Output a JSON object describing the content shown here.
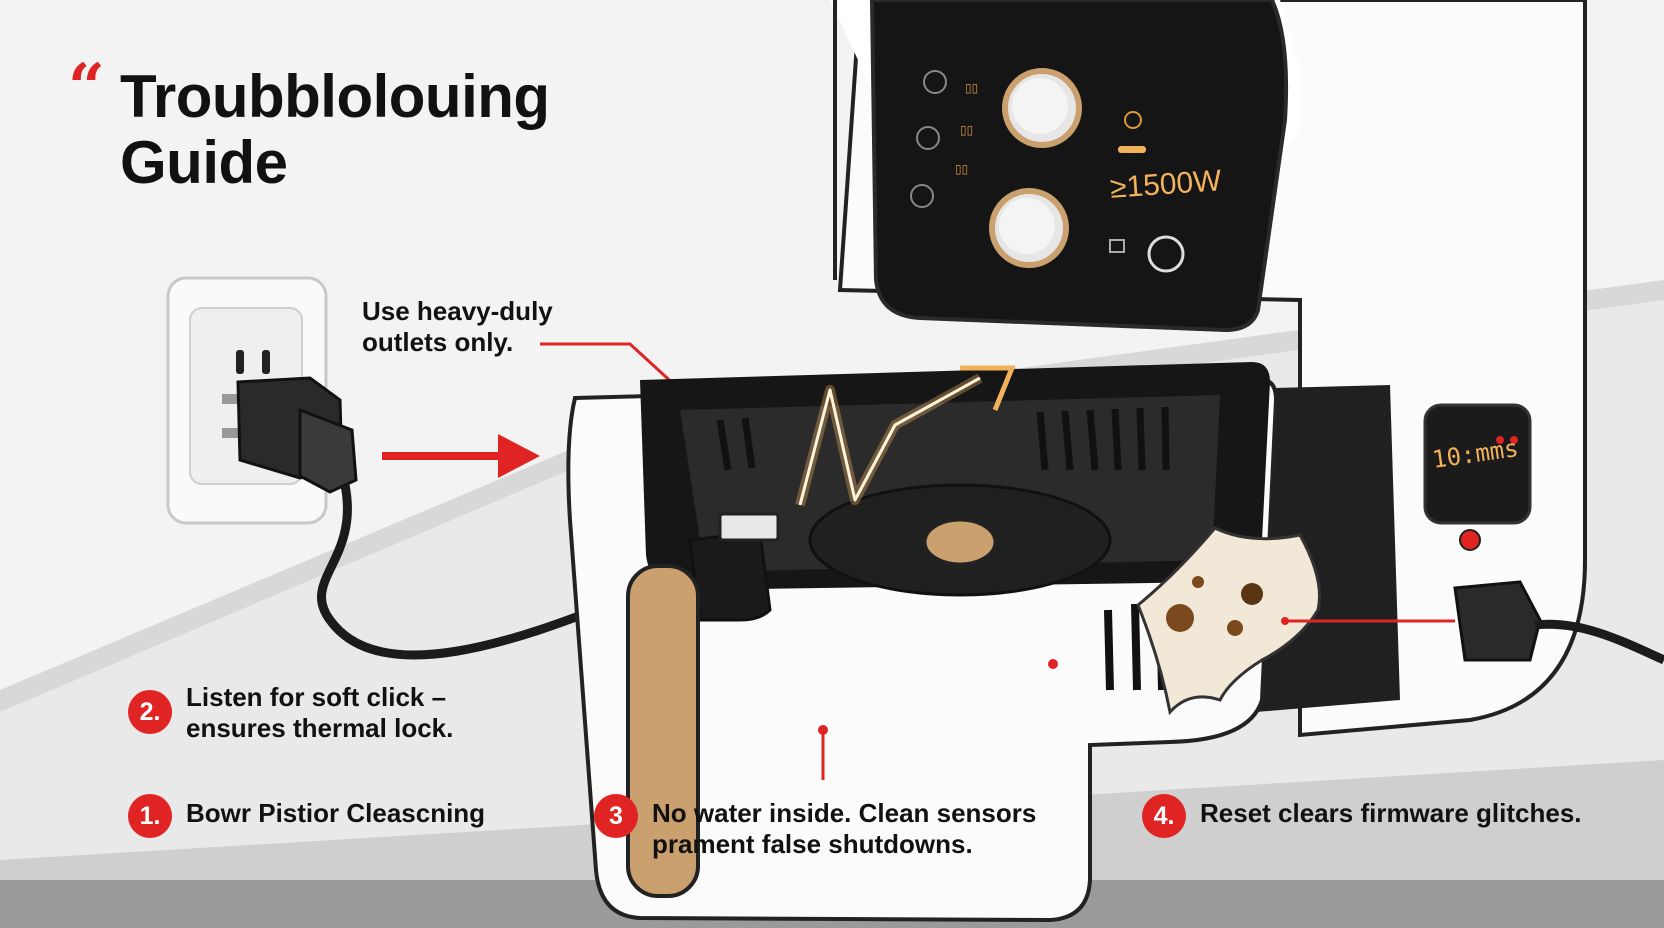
{
  "header": {
    "quote_mark": "“",
    "title_line1": "Troubblolouing",
    "title_line2": "Guide"
  },
  "callouts": {
    "outlet_note_line1": "Use heavy-duly",
    "outlet_note_line2": "outlets only.",
    "step2_number": "2.",
    "step2_line1": "Listen for soft click –",
    "step2_line2": "ensures thermal lock.",
    "step1_number": "1.",
    "step1_text": "Bowr Pistior Cleascning",
    "step3_number": "3",
    "step3_line1": "No water inside. Clean sensors",
    "step3_line2": "prament false shutdowns.",
    "step4_number": "4.",
    "step4_text": "Reset clears firmware glitches."
  },
  "appliance": {
    "power_label": "≥1500W",
    "display_text": "10:mms"
  },
  "colors": {
    "accent_red": "#e02424",
    "panel_black": "#151515",
    "handle_tan": "#c9a06e",
    "glow_orange": "#f2b25c"
  }
}
